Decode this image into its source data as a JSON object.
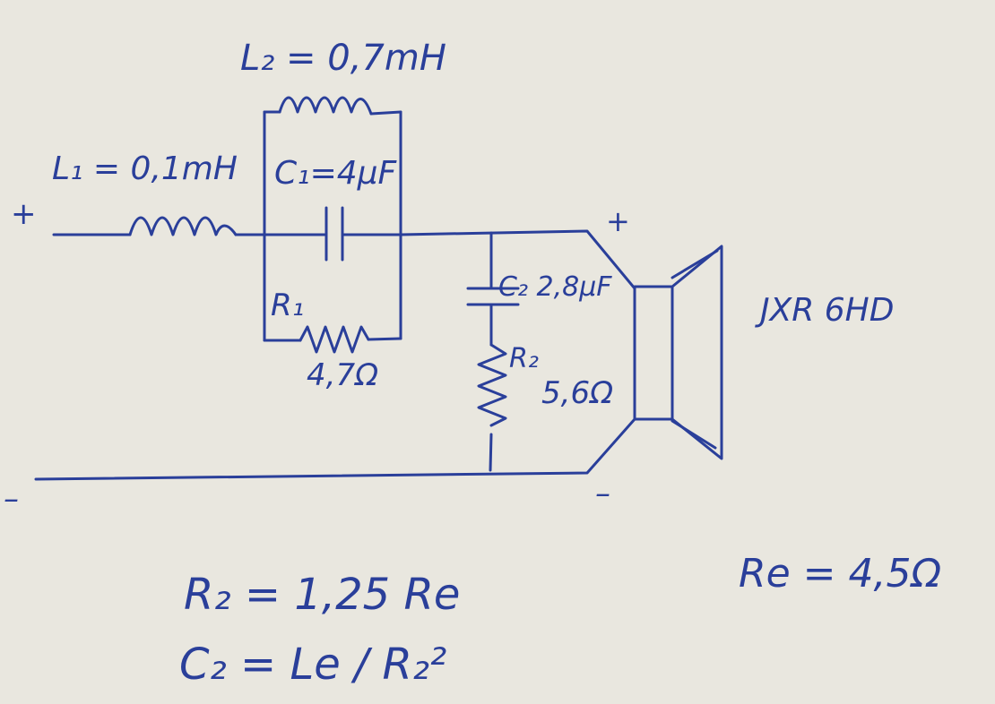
{
  "labels": {
    "l2": "L₂ = 0,7mH",
    "l1": "L₁ = 0,1mH",
    "c1": "C₁=4μF",
    "r1": "R₁",
    "r1_value": "4,7Ω",
    "c2": "C₂ 2,8μF",
    "r2": "R₂",
    "r2_value": "5,6Ω",
    "speaker": "JXR 6HD",
    "plus_input": "+",
    "minus_input": "–",
    "plus_speaker": "+",
    "minus_speaker": "–"
  },
  "formulas": {
    "r2_formula": "R₂ = 1,25 Re",
    "c2_formula": "C₂ = Le / R₂²",
    "re_value": "Re = 4,5Ω"
  },
  "colors": {
    "ink": "#2a3f9a",
    "paper": "#e9e7df"
  }
}
